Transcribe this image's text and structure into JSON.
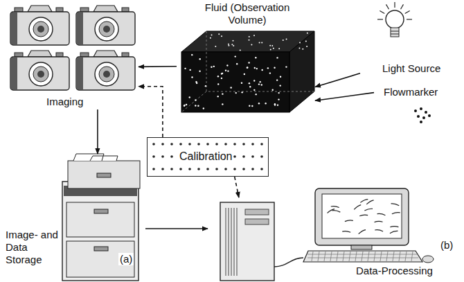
{
  "diagram": {
    "nodes": [
      {
        "text": [
          "Imaging"
        ]
      },
      {
        "text": [
          "Fluid (Observation Volume)"
        ]
      },
      {
        "text": [
          "Light Source"
        ]
      },
      {
        "text": [
          "Flowmarker"
        ]
      },
      {
        "text": [
          "Calibration"
        ]
      },
      {
        "text": [
          "Image- and Data Storage",
          "(a)"
        ]
      },
      {
        "text": [
          "Data-Processing",
          "(b)"
        ]
      }
    ],
    "edges": [
      {
        "from": 2,
        "to": 1,
        "arrow": "to"
      },
      {
        "from": 3,
        "to": 1,
        "arrow": "to"
      },
      {
        "from": 1,
        "to": 0,
        "arrow": "to"
      },
      {
        "from": 0,
        "to": 5,
        "arrow": "to"
      },
      {
        "from": 5,
        "to": 6,
        "arrow": "to"
      },
      {
        "from": 4,
        "to": 0,
        "arrow": "to"
      },
      {
        "from": 4,
        "to": 6,
        "arrow": "to"
      }
    ]
  }
}
